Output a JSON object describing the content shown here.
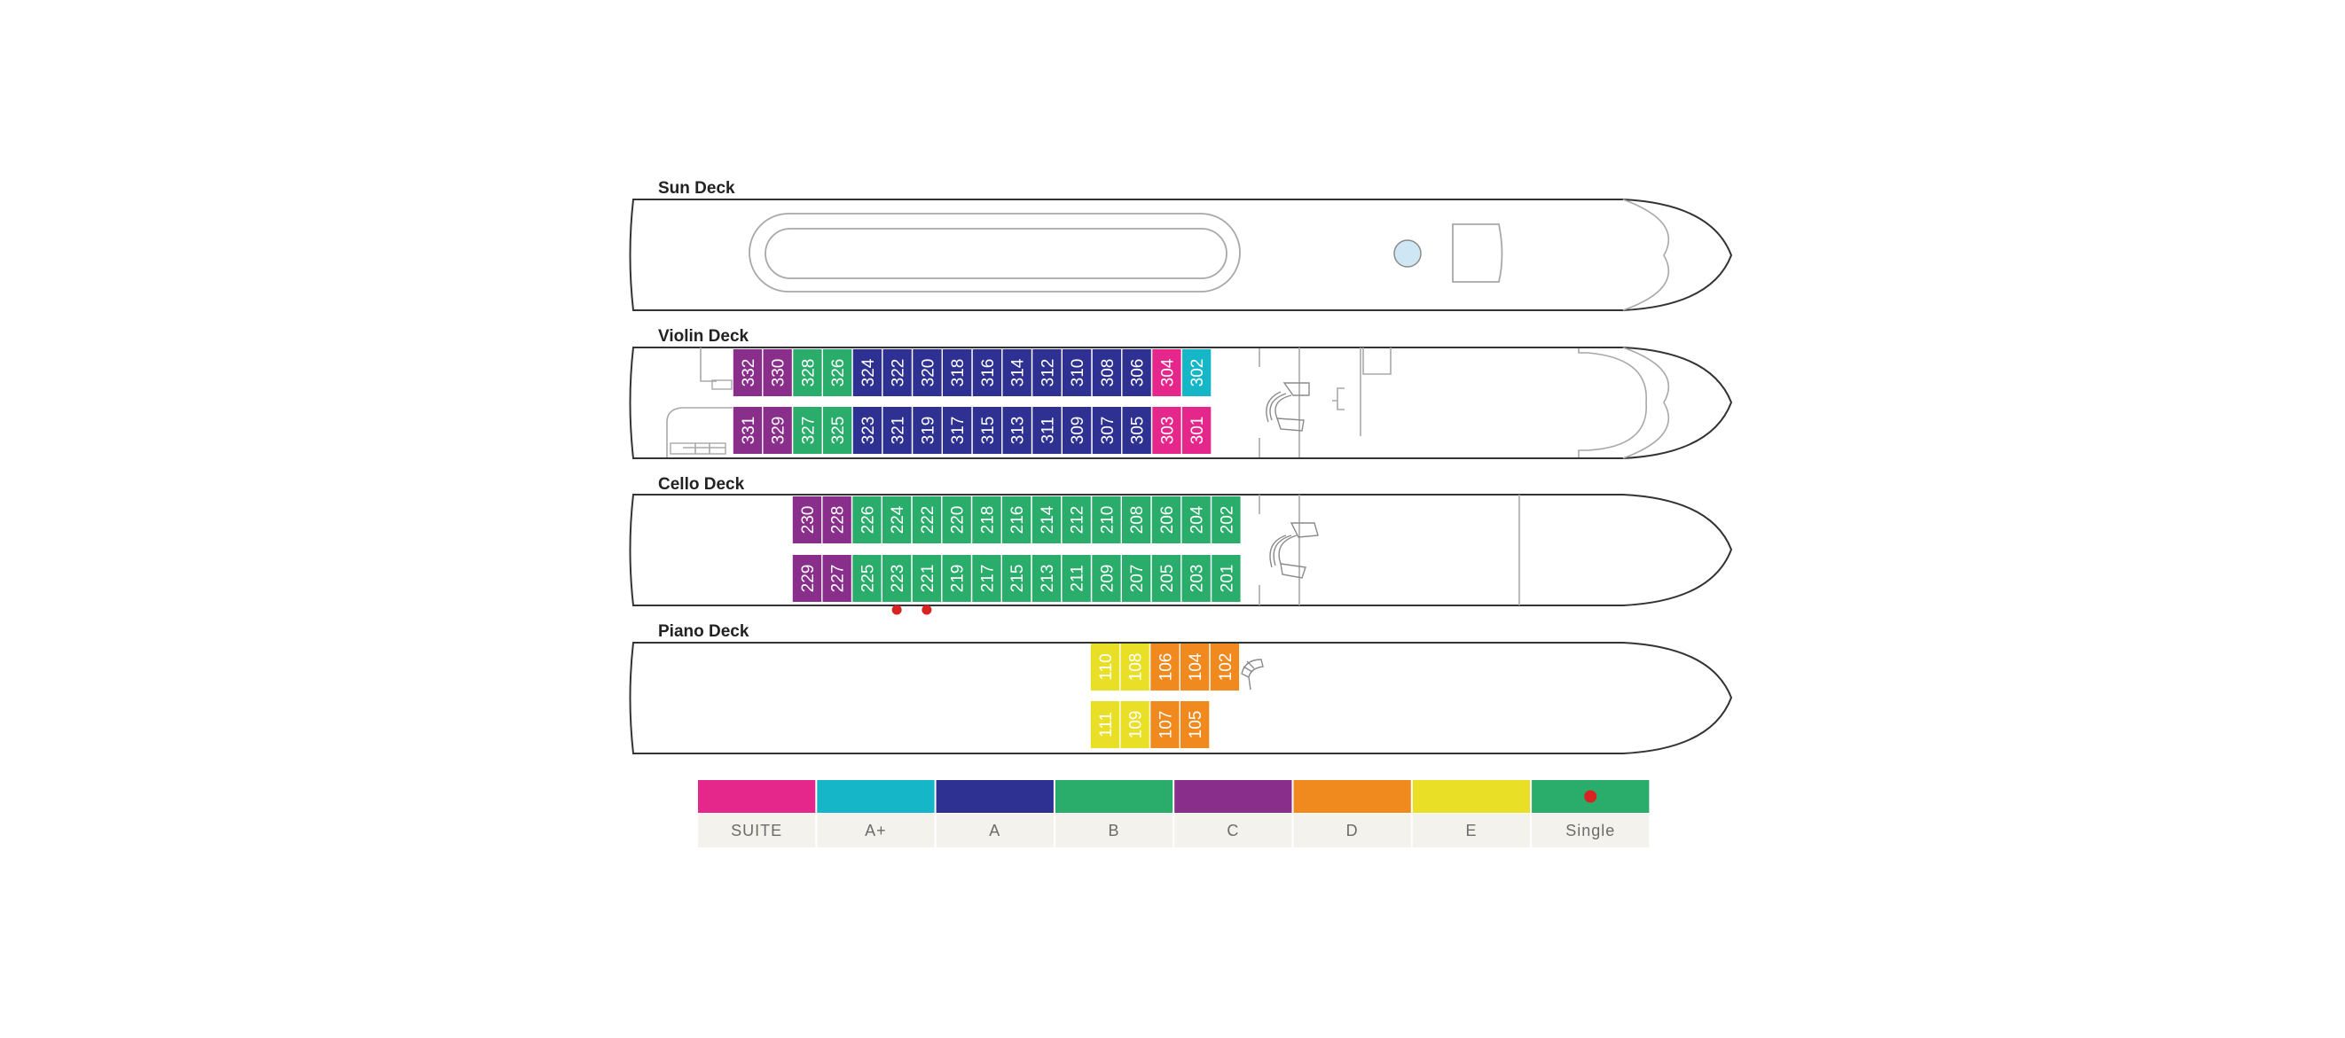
{
  "decks": [
    {
      "id": "sun",
      "name": "Sun Deck",
      "top": [],
      "bottom": []
    },
    {
      "id": "violin",
      "name": "Violin Deck",
      "top": [
        {
          "num": "332",
          "cat": "C"
        },
        {
          "num": "330",
          "cat": "C"
        },
        {
          "num": "328",
          "cat": "B"
        },
        {
          "num": "326",
          "cat": "B"
        },
        {
          "num": "324",
          "cat": "A"
        },
        {
          "num": "322",
          "cat": "A"
        },
        {
          "num": "320",
          "cat": "A"
        },
        {
          "num": "318",
          "cat": "A"
        },
        {
          "num": "316",
          "cat": "A"
        },
        {
          "num": "314",
          "cat": "A"
        },
        {
          "num": "312",
          "cat": "A"
        },
        {
          "num": "310",
          "cat": "A"
        },
        {
          "num": "308",
          "cat": "A"
        },
        {
          "num": "306",
          "cat": "A"
        },
        {
          "num": "304",
          "cat": "SUITE"
        },
        {
          "num": "302",
          "cat": "A+"
        }
      ],
      "bottom": [
        {
          "num": "331",
          "cat": "C"
        },
        {
          "num": "329",
          "cat": "C"
        },
        {
          "num": "327",
          "cat": "B"
        },
        {
          "num": "325",
          "cat": "B"
        },
        {
          "num": "323",
          "cat": "A"
        },
        {
          "num": "321",
          "cat": "A"
        },
        {
          "num": "319",
          "cat": "A"
        },
        {
          "num": "317",
          "cat": "A"
        },
        {
          "num": "315",
          "cat": "A"
        },
        {
          "num": "313",
          "cat": "A"
        },
        {
          "num": "311",
          "cat": "A"
        },
        {
          "num": "309",
          "cat": "A"
        },
        {
          "num": "307",
          "cat": "A"
        },
        {
          "num": "305",
          "cat": "A"
        },
        {
          "num": "303",
          "cat": "SUITE"
        },
        {
          "num": "301",
          "cat": "SUITE"
        }
      ]
    },
    {
      "id": "cello",
      "name": "Cello Deck",
      "top": [
        {
          "num": "230",
          "cat": "C"
        },
        {
          "num": "228",
          "cat": "C"
        },
        {
          "num": "226",
          "cat": "B"
        },
        {
          "num": "224",
          "cat": "B"
        },
        {
          "num": "222",
          "cat": "B"
        },
        {
          "num": "220",
          "cat": "B"
        },
        {
          "num": "218",
          "cat": "B"
        },
        {
          "num": "216",
          "cat": "B"
        },
        {
          "num": "214",
          "cat": "B"
        },
        {
          "num": "212",
          "cat": "B"
        },
        {
          "num": "210",
          "cat": "B"
        },
        {
          "num": "208",
          "cat": "B"
        },
        {
          "num": "206",
          "cat": "B"
        },
        {
          "num": "204",
          "cat": "B"
        },
        {
          "num": "202",
          "cat": "B"
        }
      ],
      "bottom": [
        {
          "num": "229",
          "cat": "C"
        },
        {
          "num": "227",
          "cat": "C"
        },
        {
          "num": "225",
          "cat": "B"
        },
        {
          "num": "223",
          "cat": "B",
          "single": true
        },
        {
          "num": "221",
          "cat": "B",
          "single": true
        },
        {
          "num": "219",
          "cat": "B"
        },
        {
          "num": "217",
          "cat": "B"
        },
        {
          "num": "215",
          "cat": "B"
        },
        {
          "num": "213",
          "cat": "B"
        },
        {
          "num": "211",
          "cat": "B"
        },
        {
          "num": "209",
          "cat": "B"
        },
        {
          "num": "207",
          "cat": "B"
        },
        {
          "num": "205",
          "cat": "B"
        },
        {
          "num": "203",
          "cat": "B"
        },
        {
          "num": "201",
          "cat": "B"
        }
      ]
    },
    {
      "id": "piano",
      "name": "Piano Deck",
      "top": [
        {
          "num": "110",
          "cat": "E"
        },
        {
          "num": "108",
          "cat": "E"
        },
        {
          "num": "106",
          "cat": "D"
        },
        {
          "num": "104",
          "cat": "D"
        },
        {
          "num": "102",
          "cat": "D"
        }
      ],
      "bottom": [
        {
          "num": "111",
          "cat": "E"
        },
        {
          "num": "109",
          "cat": "E"
        },
        {
          "num": "107",
          "cat": "D"
        },
        {
          "num": "105",
          "cat": "D"
        }
      ]
    }
  ],
  "legend": [
    {
      "key": "SUITE",
      "label": "SUITE",
      "color": "#e5268a"
    },
    {
      "key": "A+",
      "label": "A+",
      "color": "#16b6c9"
    },
    {
      "key": "A",
      "label": "A",
      "color": "#2e3192"
    },
    {
      "key": "B",
      "label": "B",
      "color": "#2aad6a"
    },
    {
      "key": "C",
      "label": "C",
      "color": "#8a2e8c"
    },
    {
      "key": "D",
      "label": "D",
      "color": "#f08a1f"
    },
    {
      "key": "E",
      "label": "E",
      "color": "#eadf27"
    },
    {
      "key": "Single",
      "label": "Single",
      "color": "#2aad6a",
      "marker": "#d92323"
    }
  ],
  "colors": {
    "SUITE": "#e5268a",
    "A+": "#16b6c9",
    "A": "#2e3192",
    "B": "#2aad6a",
    "C": "#8a2e8c",
    "D": "#f08a1f",
    "E": "#eadf27",
    "single_marker": "#d92323",
    "legend_label_bg": "#f4f2ec"
  }
}
